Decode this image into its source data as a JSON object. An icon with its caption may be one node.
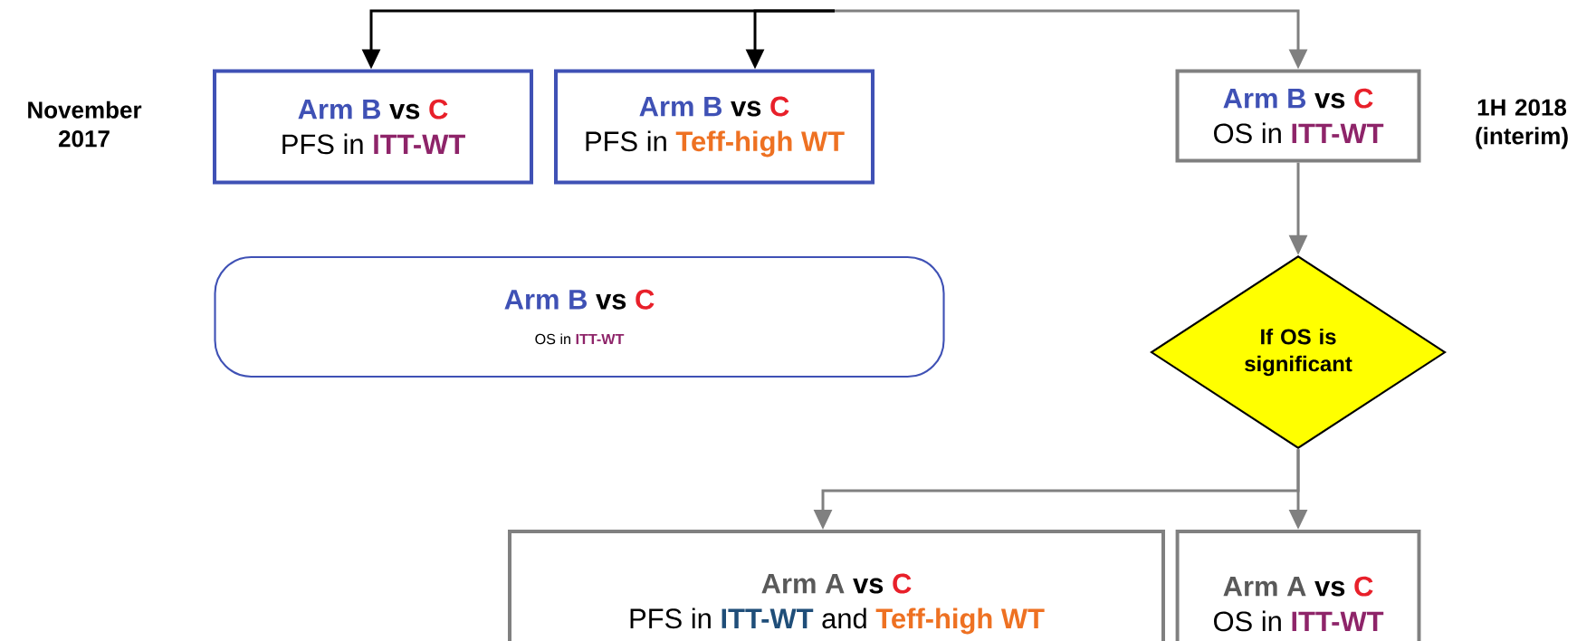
{
  "diagram": {
    "nodes": [
      {
        "text": [
          "Arm B",
          "vs",
          "C",
          "PFS in",
          "ITT-WT"
        ]
      },
      {
        "text": [
          "Arm B",
          "vs",
          "C",
          "PFS in",
          "Teff-high WT"
        ]
      },
      {
        "text": [
          "Arm B",
          "vs",
          "C",
          "OS in",
          "ITT-WT"
        ]
      },
      {
        "text": [
          "Arm B",
          "vs",
          "C",
          "OS in",
          "ITT-WT"
        ]
      },
      {
        "text": [
          "If OS is significant"
        ]
      },
      {
        "text": [
          "Arm A",
          "vs",
          "C",
          "PFS in",
          "ITT-WT",
          "and",
          "Teff-high WT"
        ]
      },
      {
        "text": [
          "Arm A",
          "vs",
          "C",
          "OS in",
          "ITT-WT"
        ]
      }
    ],
    "edges": [
      {
        "from": null,
        "to": 0,
        "arrow": "to",
        "color": "#000000"
      },
      {
        "from": null,
        "to": 1,
        "arrow": "to",
        "color": "#000000"
      },
      {
        "from": null,
        "to": 2,
        "arrow": "to"
      },
      {
        "from": 2,
        "to": 4,
        "arrow": "to"
      },
      {
        "from": 4,
        "to": 5,
        "arrow": "to"
      },
      {
        "from": 4,
        "to": 6,
        "arrow": "to"
      }
    ],
    "labels": [
      "November 2017",
      "1H 2018 (interim)"
    ]
  }
}
